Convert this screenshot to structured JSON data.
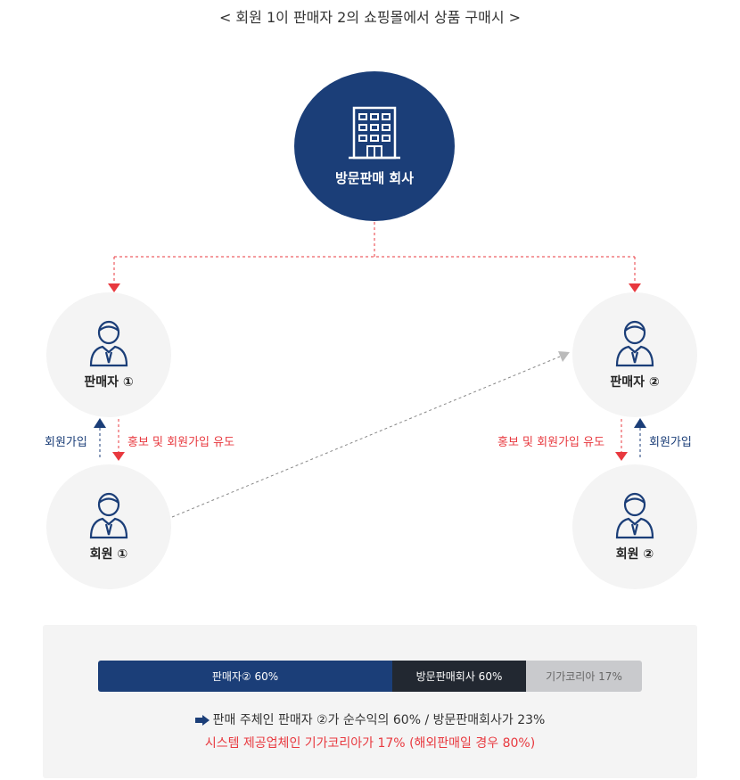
{
  "title": "< 회원 1이 판매자 2의 쇼핑몰에서 상품 구매시 >",
  "company": {
    "label": "방문판매 회사",
    "icon": "building-icon"
  },
  "nodes": {
    "seller1": {
      "label": "판매자 ①",
      "icon": "person-icon"
    },
    "seller2": {
      "label": "판매자 ②",
      "icon": "person-icon"
    },
    "member1": {
      "label": "회원 ①",
      "icon": "person-icon"
    },
    "member2": {
      "label": "회원 ②",
      "icon": "person-icon"
    }
  },
  "edges": {
    "left_join": "회원가입",
    "left_promo": "홍보 및 회원가입 유도",
    "right_promo": "홍보 및 회원가입 유도",
    "right_join": "회원가입"
  },
  "share_bar": {
    "segments": [
      {
        "label": "판매자② 60%",
        "color": "#1b3e78"
      },
      {
        "label": "방문판매회사 60%",
        "color": "#222831"
      },
      {
        "label": "기가코리아 17%",
        "color": "#c9cacd"
      }
    ]
  },
  "notes": {
    "line1": "판매 주체인 판매자 ②가 순수익의 60% / 방문판매회사가 23%",
    "line2": "시스템 제공업체인 기가코리아가 17% (해외판매일 경우 80%)"
  },
  "colors": {
    "navy": "#1b3e78",
    "red": "#e8393f",
    "gray": "#999999"
  }
}
